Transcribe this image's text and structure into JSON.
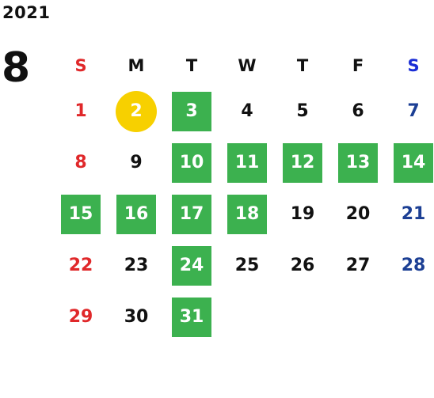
{
  "calendar": {
    "year": "2021",
    "month": "8",
    "weekdays": [
      "S",
      "M",
      "T",
      "W",
      "T",
      "F",
      "S"
    ],
    "colors": {
      "highlight": "#3cb14f",
      "today": "#f7d000",
      "sunday": "#e0282a",
      "saturday": "#1c3f94"
    },
    "weeks": [
      [
        {
          "day": "1",
          "style": "sun"
        },
        {
          "day": "2",
          "style": "today"
        },
        {
          "day": "3",
          "style": "hl"
        },
        {
          "day": "4",
          "style": ""
        },
        {
          "day": "5",
          "style": ""
        },
        {
          "day": "6",
          "style": ""
        },
        {
          "day": "7",
          "style": "sat"
        }
      ],
      [
        {
          "day": "8",
          "style": "sun"
        },
        {
          "day": "9",
          "style": ""
        },
        {
          "day": "10",
          "style": "hl"
        },
        {
          "day": "11",
          "style": "hl"
        },
        {
          "day": "12",
          "style": "hl"
        },
        {
          "day": "13",
          "style": "hl"
        },
        {
          "day": "14",
          "style": "hl"
        }
      ],
      [
        {
          "day": "15",
          "style": "hl"
        },
        {
          "day": "16",
          "style": "hl"
        },
        {
          "day": "17",
          "style": "hl"
        },
        {
          "day": "18",
          "style": "hl"
        },
        {
          "day": "19",
          "style": ""
        },
        {
          "day": "20",
          "style": ""
        },
        {
          "day": "21",
          "style": "sat"
        }
      ],
      [
        {
          "day": "22",
          "style": "sun"
        },
        {
          "day": "23",
          "style": ""
        },
        {
          "day": "24",
          "style": "hl"
        },
        {
          "day": "25",
          "style": ""
        },
        {
          "day": "26",
          "style": ""
        },
        {
          "day": "27",
          "style": ""
        },
        {
          "day": "28",
          "style": "sat"
        }
      ],
      [
        {
          "day": "29",
          "style": "sun"
        },
        {
          "day": "30",
          "style": ""
        },
        {
          "day": "31",
          "style": "hl"
        }
      ]
    ]
  }
}
